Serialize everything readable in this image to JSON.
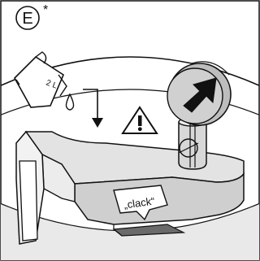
{
  "step_marker": {
    "letter": "E",
    "asterisk": "*"
  },
  "jug": {
    "volume_label": "2 L"
  },
  "bubble": {
    "text": "„clack“"
  },
  "icons": {
    "warning": "warning-triangle-icon",
    "drop": "water-drop-icon",
    "arrow": "arrow-down-icon",
    "pressure": "pressure-gauge-icon"
  },
  "colors": {
    "line": "#111111",
    "light_gray": "#e0e0e0",
    "mid_gray": "#c4c4c4",
    "dark_gray": "#6a6a6a",
    "background": "#ffffff"
  }
}
